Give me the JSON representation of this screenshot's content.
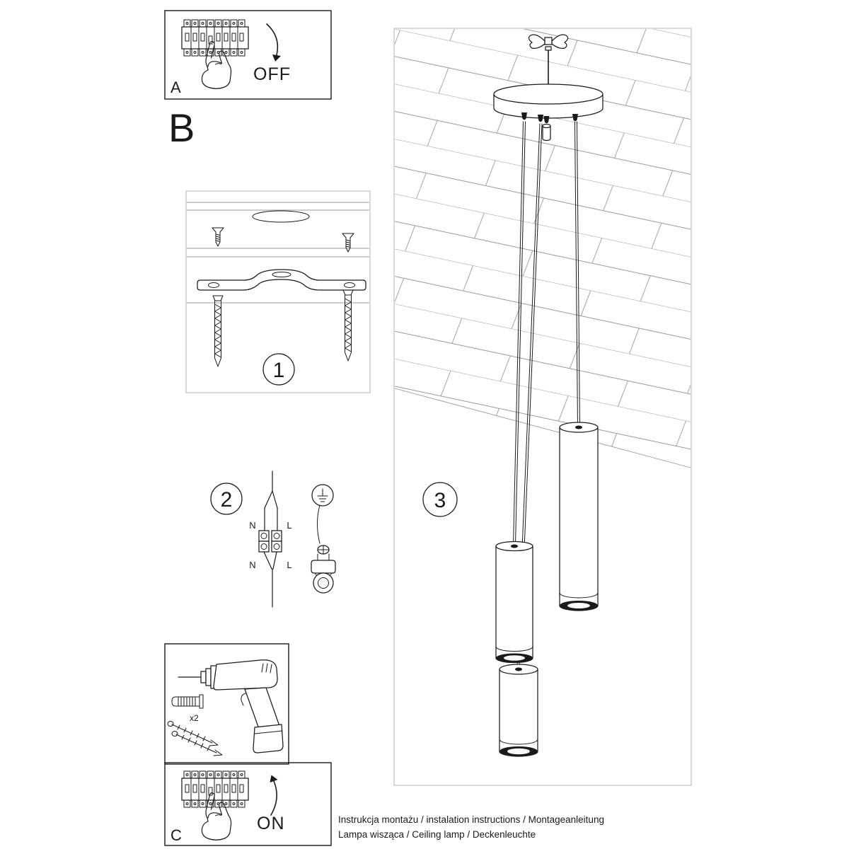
{
  "steps": {
    "a": {
      "label": "A",
      "state": "OFF"
    },
    "b": {
      "label": "B"
    },
    "c": {
      "label": "C",
      "state": "ON"
    },
    "s1": {
      "number": "1"
    },
    "s2": {
      "number": "2",
      "labels": {
        "top_n": "N",
        "top_l": "L",
        "bottom_n": "N",
        "bottom_l": "L"
      }
    },
    "s3": {
      "number": "3"
    },
    "hardware": {
      "quantity": "x2"
    }
  },
  "footer": {
    "line1": "Instrukcja montażu / instalation instructions / Montageanleitung",
    "line2": "Lampa wisząca / Ceiling lamp / Deckenleuchte"
  },
  "colors": {
    "ink": "#1a1a1a",
    "line_light": "#9a9a9a",
    "background": "#ffffff"
  }
}
